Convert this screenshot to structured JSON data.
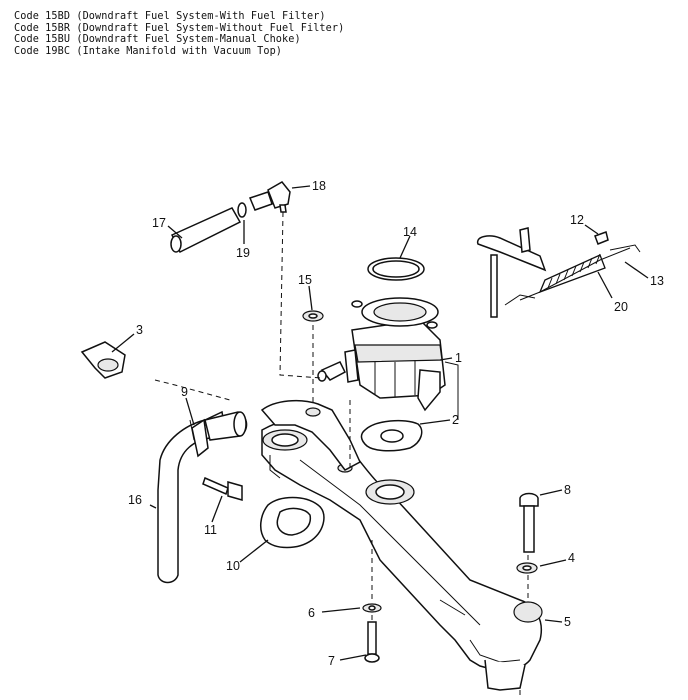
{
  "codes": [
    "Code 15BD (Downdraft Fuel System-With Fuel Filter)",
    "Code 15BR (Downdraft Fuel System-Without Fuel Filter)",
    "Code 15BU (Downdraft Fuel System-Manual Choke)",
    "Code 19BC (Intake Manifold with Vacuum Top)"
  ],
  "callouts": [
    "1",
    "2",
    "3",
    "4",
    "5",
    "6",
    "7",
    "8",
    "9",
    "10",
    "11",
    "12",
    "13",
    "14",
    "15",
    "16",
    "17",
    "18",
    "19",
    "20"
  ]
}
